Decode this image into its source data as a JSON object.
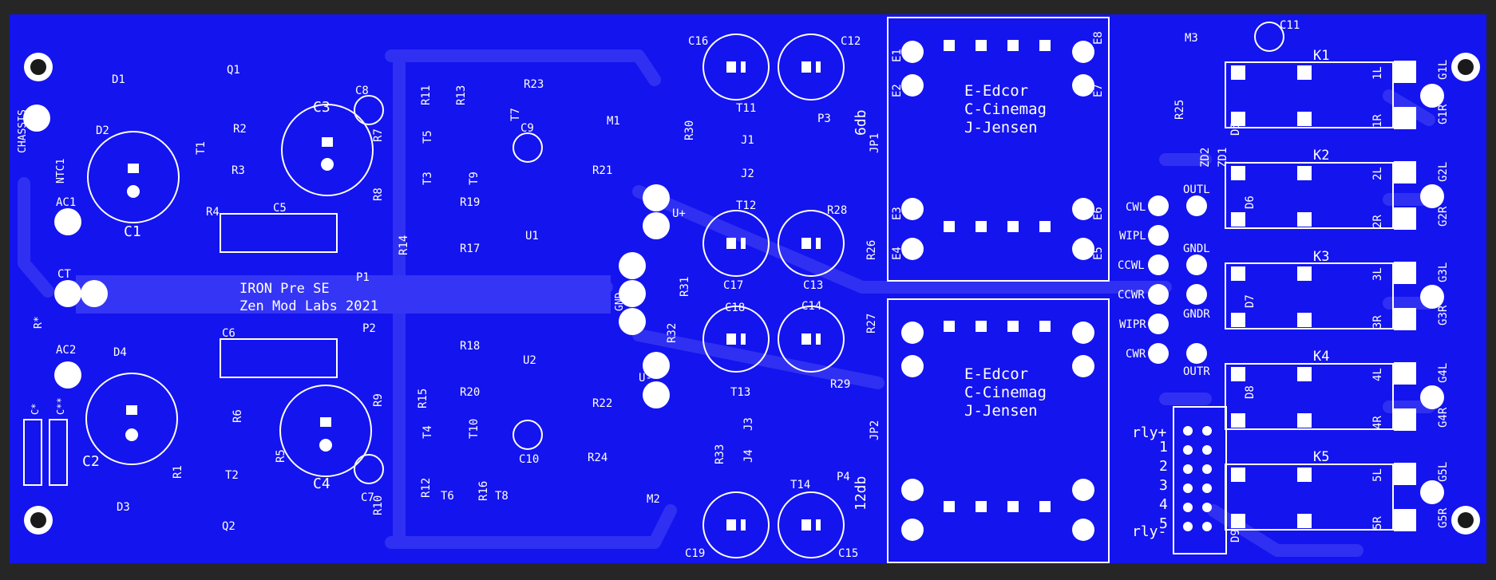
{
  "board": {
    "title": "IRON Pre SE",
    "subtitle": "Zen Mod Labs 2021",
    "colors": {
      "background": "#262626",
      "board": "#1414ee",
      "trace": "#3535f5",
      "silk": "#ffffff",
      "copper": "#ffffff",
      "hole": "#1a1a1a"
    }
  },
  "transformer_notes": {
    "line1": "E-Edcor",
    "line2": "C-Cinemag",
    "line3": "J-Jensen"
  },
  "side_labels": {
    "chassis": "CHASSIS",
    "ntc": "NTC1",
    "ac1": "AC1",
    "ac2": "AC2",
    "ct": "CT",
    "r_star": "R*",
    "c_star": "C*",
    "c_star2": "C**",
    "gnd": "GND",
    "u_plus": "U+",
    "u_minus": "U-",
    "db6": "6db",
    "db12": "12db"
  },
  "jack_labels": {
    "cwl": "CWL",
    "wipl": "WIPL",
    "ccwl": "CCWL",
    "ccwr": "CCWR",
    "wipr": "WIPR",
    "cwr": "CWR",
    "outl": "OUTL",
    "gndl": "GNDL",
    "gndr": "GNDR",
    "outr": "OUTR"
  },
  "relay_labels": {
    "rly_plus": "rly+",
    "rly_minus": "rly-",
    "n1": "1",
    "n2": "2",
    "n3": "3",
    "n4": "4",
    "n5": "5"
  },
  "components": {
    "c1": "C1",
    "c2": "C2",
    "c3": "C3",
    "c4": "C4",
    "c5": "C5",
    "c6": "C6",
    "c7": "C7",
    "c8": "C8",
    "c9": "C9",
    "c10": "C10",
    "c11": "C11",
    "c12": "C12",
    "c13": "C13",
    "c14": "C14",
    "c15": "C15",
    "c16": "C16",
    "c17": "C17",
    "c18": "C18",
    "c19": "C19",
    "d1": "D1",
    "d2": "D2",
    "d3": "D3",
    "d4": "D4",
    "d5": "D5",
    "d6": "D6",
    "d7": "D7",
    "d8": "D8",
    "d9": "D9",
    "zd1": "ZD1",
    "zd2": "ZD2",
    "q1": "Q1",
    "q2": "Q2",
    "t1": "T1",
    "t2": "T2",
    "t3": "T3",
    "t4": "T4",
    "t5": "T5",
    "t6": "T6",
    "t7": "T7",
    "t8": "T8",
    "t9": "T9",
    "t10": "T10",
    "t11": "T11",
    "t12": "T12",
    "t13": "T13",
    "t14": "T14",
    "u1": "U1",
    "u2": "U2",
    "m1": "M1",
    "m2": "M2",
    "m3": "M3",
    "p1": "P1",
    "p2": "P2",
    "p3": "P3",
    "p4": "P4",
    "r1": "R1",
    "r2": "R2",
    "r3": "R3",
    "r4": "R4",
    "r5": "R5",
    "r6": "R6",
    "r7": "R7",
    "r8": "R8",
    "r9": "R9",
    "r10": "R10",
    "r11": "R11",
    "r12": "R12",
    "r13": "R13",
    "r14": "R14",
    "r15": "R15",
    "r16": "R16",
    "r17": "R17",
    "r18": "R18",
    "r19": "R19",
    "r20": "R20",
    "r21": "R21",
    "r22": "R22",
    "r23": "R23",
    "r24": "R24",
    "r25": "R25",
    "r26": "R26",
    "r27": "R27",
    "r28": "R28",
    "r29": "R29",
    "r30": "R30",
    "r31": "R31",
    "r32": "R32",
    "r33": "R33",
    "j1": "J1",
    "j2": "J2",
    "j3": "J3",
    "j4": "J4",
    "jp1": "JP1",
    "jp2": "JP2",
    "k1": "K1",
    "k2": "K2",
    "k3": "K3",
    "k4": "K4",
    "k5": "K5",
    "e1": "E1",
    "e2": "E2",
    "e3": "E3",
    "e4": "E4",
    "e5": "E5",
    "e6": "E6",
    "e7": "E7",
    "e8": "E8"
  },
  "relay_contacts": {
    "l1": "1L",
    "r1": "1R",
    "l2": "2L",
    "r2": "2R",
    "l3": "3L",
    "r3": "3R",
    "l4": "4L",
    "r4": "4R",
    "l5": "5L",
    "r5": "5R",
    "g1l": "G1L",
    "g1r": "G1R",
    "g2l": "G2L",
    "g2r": "G2R",
    "g3l": "G3L",
    "g3r": "G3R",
    "g4l": "G4L",
    "g4r": "G4R",
    "g5l": "G5L",
    "g5r": "G5R"
  }
}
